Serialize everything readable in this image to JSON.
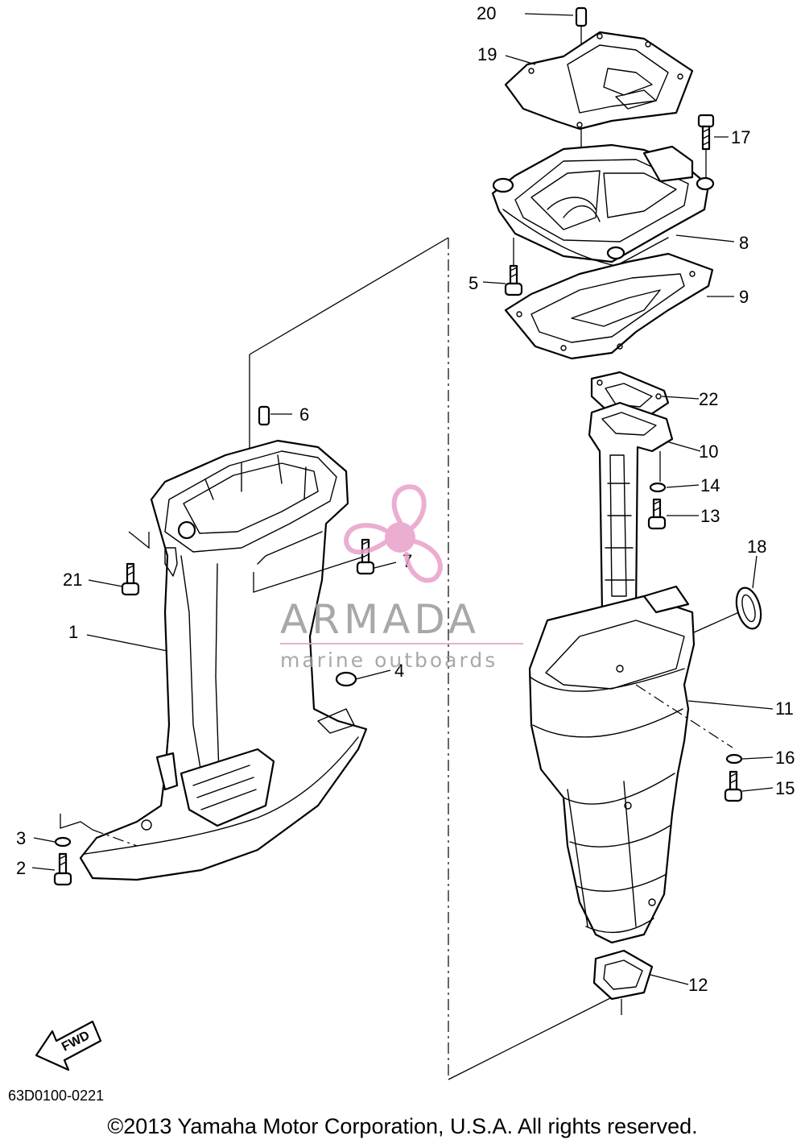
{
  "callouts": [
    {
      "num": "1"
    },
    {
      "num": "2"
    },
    {
      "num": "3"
    },
    {
      "num": "4"
    },
    {
      "num": "5"
    },
    {
      "num": "6"
    },
    {
      "num": "7"
    },
    {
      "num": "8"
    },
    {
      "num": "9"
    },
    {
      "num": "10"
    },
    {
      "num": "11"
    },
    {
      "num": "12"
    },
    {
      "num": "13"
    },
    {
      "num": "14"
    },
    {
      "num": "15"
    },
    {
      "num": "16"
    },
    {
      "num": "17"
    },
    {
      "num": "18"
    },
    {
      "num": "19"
    },
    {
      "num": "20"
    },
    {
      "num": "21"
    },
    {
      "num": "22"
    }
  ],
  "fwd_label": "FWD",
  "diagram_ref": "63D0100-0221",
  "copyright": "©2013 Yamaha Motor Corporation, U.S.A. All rights reserved.",
  "watermark": {
    "brand": "ARMADA",
    "tagline": "marine outboards",
    "logo_name": "propeller-logo",
    "brand_color": "#e8a0c8",
    "text_color": "#9a9a9a"
  }
}
